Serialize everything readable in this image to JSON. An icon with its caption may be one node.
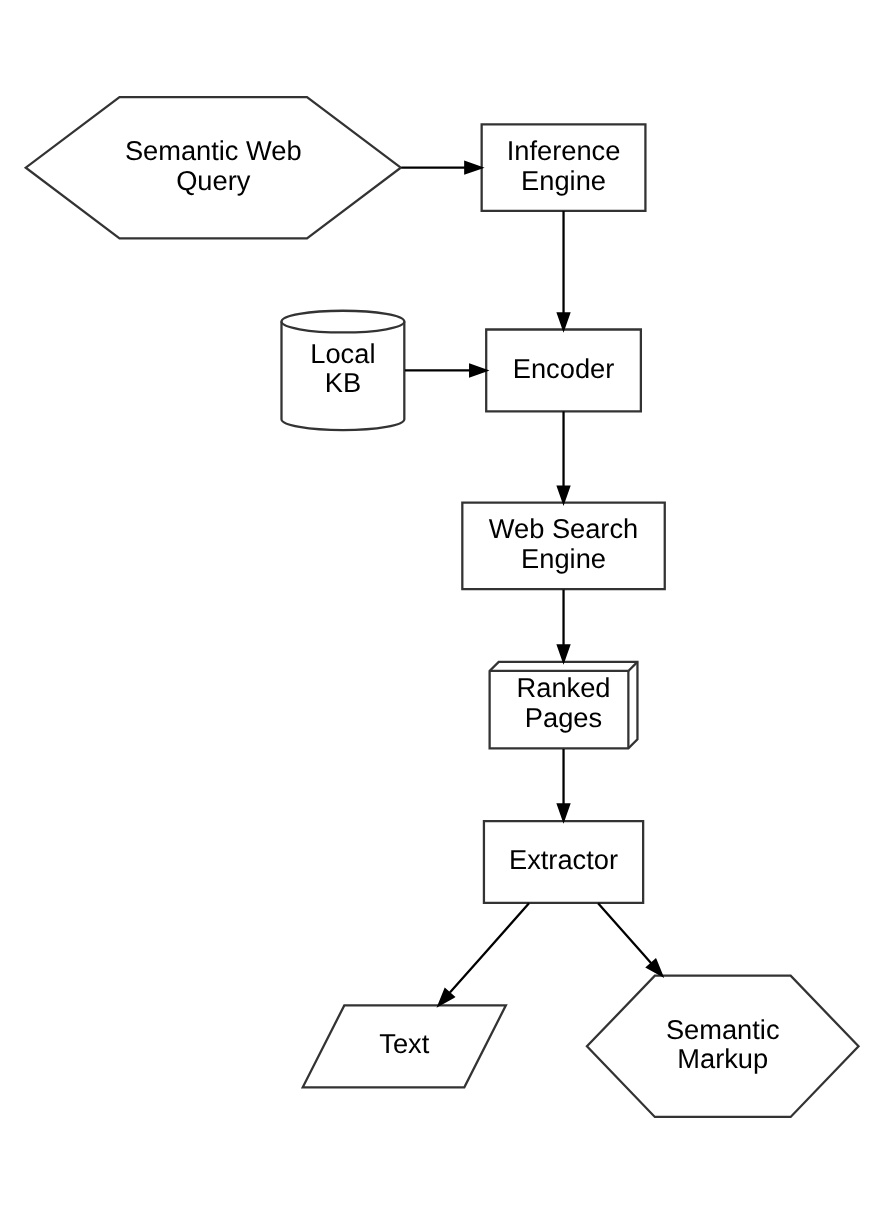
{
  "diagram": {
    "nodes": [
      {
        "text": [
          "Semantic Web Query"
        ]
      },
      {
        "text": [
          "Inference Engine"
        ]
      },
      {
        "text": [
          "Local KB"
        ]
      },
      {
        "text": [
          "Encoder"
        ]
      },
      {
        "text": [
          "Web Search Engine"
        ]
      },
      {
        "text": [
          "Ranked Pages"
        ]
      },
      {
        "text": [
          "Extractor"
        ]
      },
      {
        "text": [
          "Text"
        ]
      },
      {
        "text": [
          "Semantic Markup"
        ]
      }
    ],
    "edges": [
      {
        "from": 0,
        "to": 1,
        "arrow": "to"
      },
      {
        "from": 1,
        "to": 3,
        "arrow": "to"
      },
      {
        "from": 2,
        "to": 3,
        "arrow": "to"
      },
      {
        "from": 3,
        "to": 4,
        "arrow": "to"
      },
      {
        "from": 4,
        "to": 5,
        "arrow": "to"
      },
      {
        "from": 5,
        "to": 6,
        "arrow": "to"
      },
      {
        "from": 6,
        "to": 7,
        "arrow": "to"
      },
      {
        "from": 6,
        "to": 8,
        "arrow": "to"
      }
    ]
  }
}
